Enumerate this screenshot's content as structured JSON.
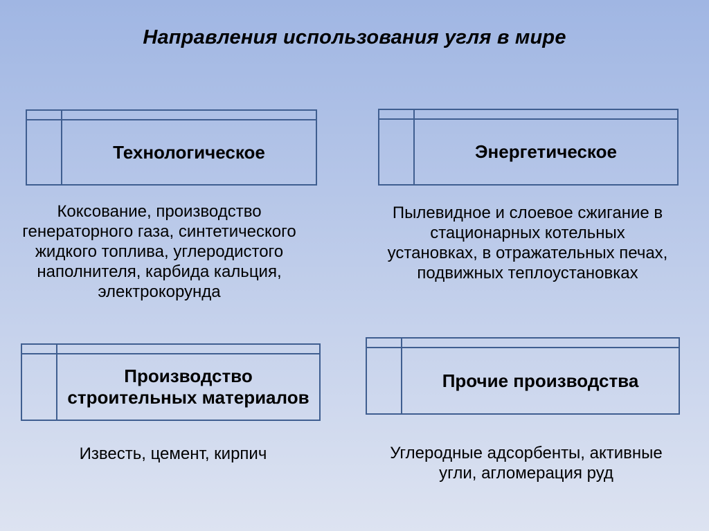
{
  "slide": {
    "title": "Направления использования угля в мире",
    "colors": {
      "background_top": "#a0b6e3",
      "background_bottom": "#dde3f1",
      "table_border": "#3f5e90",
      "text": "#000000"
    },
    "categories": [
      {
        "id": "technological",
        "header": "Технологическое",
        "description": "Коксование, производство\nгенераторного газа, синтетического\nжидкого топлива, углеродистого\nнаполнителя, карбида кальция,\nэлектрокорунда"
      },
      {
        "id": "energy",
        "header": "Энергетическое",
        "description": "Пылевидное и слоевое сжигание в\nстационарных котельных\nустановках, в отражательных печах,\nподвижных теплоустановках"
      },
      {
        "id": "construction-materials",
        "header": "Производство\nстроительных материалов",
        "description": "Известь, цемент, кирпич"
      },
      {
        "id": "other-productions",
        "header": "Прочие производства",
        "description": "Углеродные адсорбенты, активные\nугли, агломерация руд"
      }
    ]
  }
}
